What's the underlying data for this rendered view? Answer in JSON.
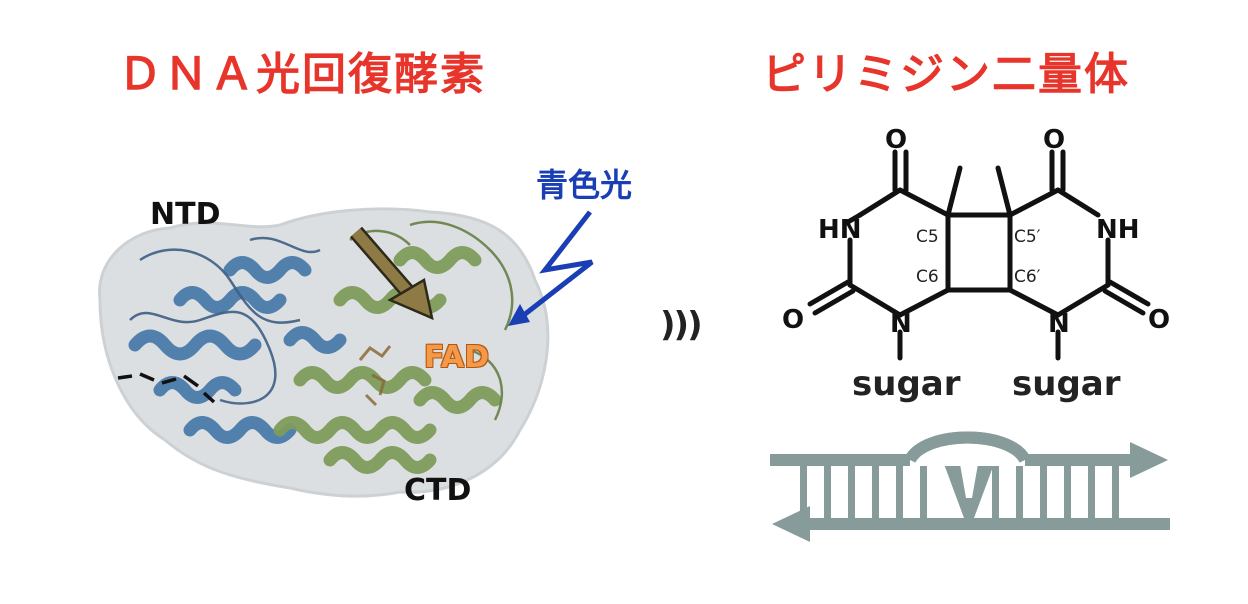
{
  "titles": {
    "left": "ＤＮＡ光回復酵素",
    "right": "ピリミジン二量体"
  },
  "protein": {
    "ntd_label": "NTD",
    "ctd_label": "CTD",
    "fad_label": "FAD",
    "light_label": "青色光"
  },
  "transfer_symbol": ")))",
  "structure": {
    "nh_left": "HN",
    "nh_right": "NH",
    "o_top_left": "O",
    "o_top_right": "O",
    "o_bottom_left": "O",
    "o_bottom_right": "O",
    "n_left": "N",
    "n_right": "N",
    "c5": "C5",
    "c6": "C6",
    "c5p": "C5′",
    "c6p": "C6′",
    "sugar_left": "sugar",
    "sugar_right": "sugar"
  },
  "colors": {
    "title_red": "#e8352b",
    "light_blue": "#1a3fb5",
    "ntd_blue": "#4a7bab",
    "ctd_green": "#7f9c5c",
    "fad_orange": "#f39a4a",
    "dna_gray": "#869b9a"
  }
}
